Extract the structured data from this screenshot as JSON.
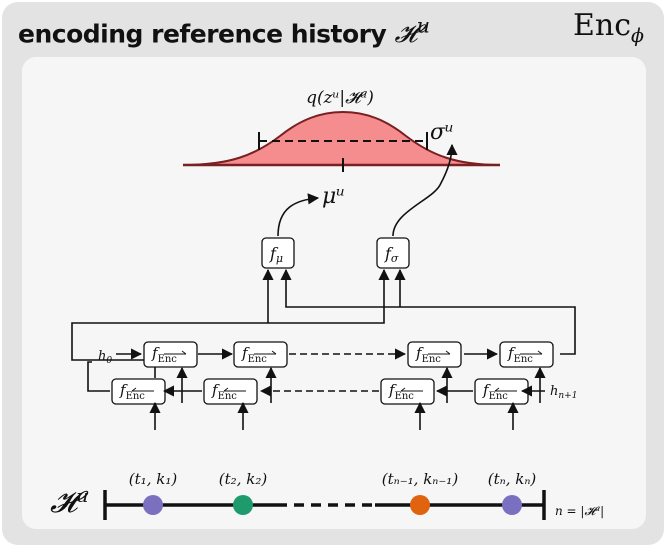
{
  "title": {
    "text": "encoding reference history",
    "math": "𝓗",
    "sup": "u"
  },
  "encoder_label": {
    "main": "Enc",
    "sub": "ϕ"
  },
  "distribution": {
    "label": "q(zᵘ|𝓗ᵘ)",
    "mu_label": "μᵘ",
    "sigma_label": "σᵘ",
    "fill_color": "#f58c8e",
    "stroke_color": "#7a1f22"
  },
  "heads": {
    "f_mu": "μ",
    "f_sigma": "σ",
    "f_base": "f"
  },
  "rnn": {
    "cell_base": "f",
    "cell_sub": "Enc",
    "h0": "h",
    "h0_sub": "0",
    "hN": "h",
    "hN_sub": "n+1"
  },
  "history": {
    "label": "𝓗ᵘ",
    "n_label": "n = |𝓗ᵘ|",
    "points": [
      {
        "label": "(t₁, k₁)",
        "color": "#7b6fc0"
      },
      {
        "label": "(t₂, k₂)",
        "color": "#1f9a6d"
      },
      {
        "label": "(tₙ₋₁, kₙ₋₁)",
        "color": "#e0630f"
      },
      {
        "label": "(tₙ, kₙ)",
        "color": "#7b6fc0"
      }
    ]
  }
}
